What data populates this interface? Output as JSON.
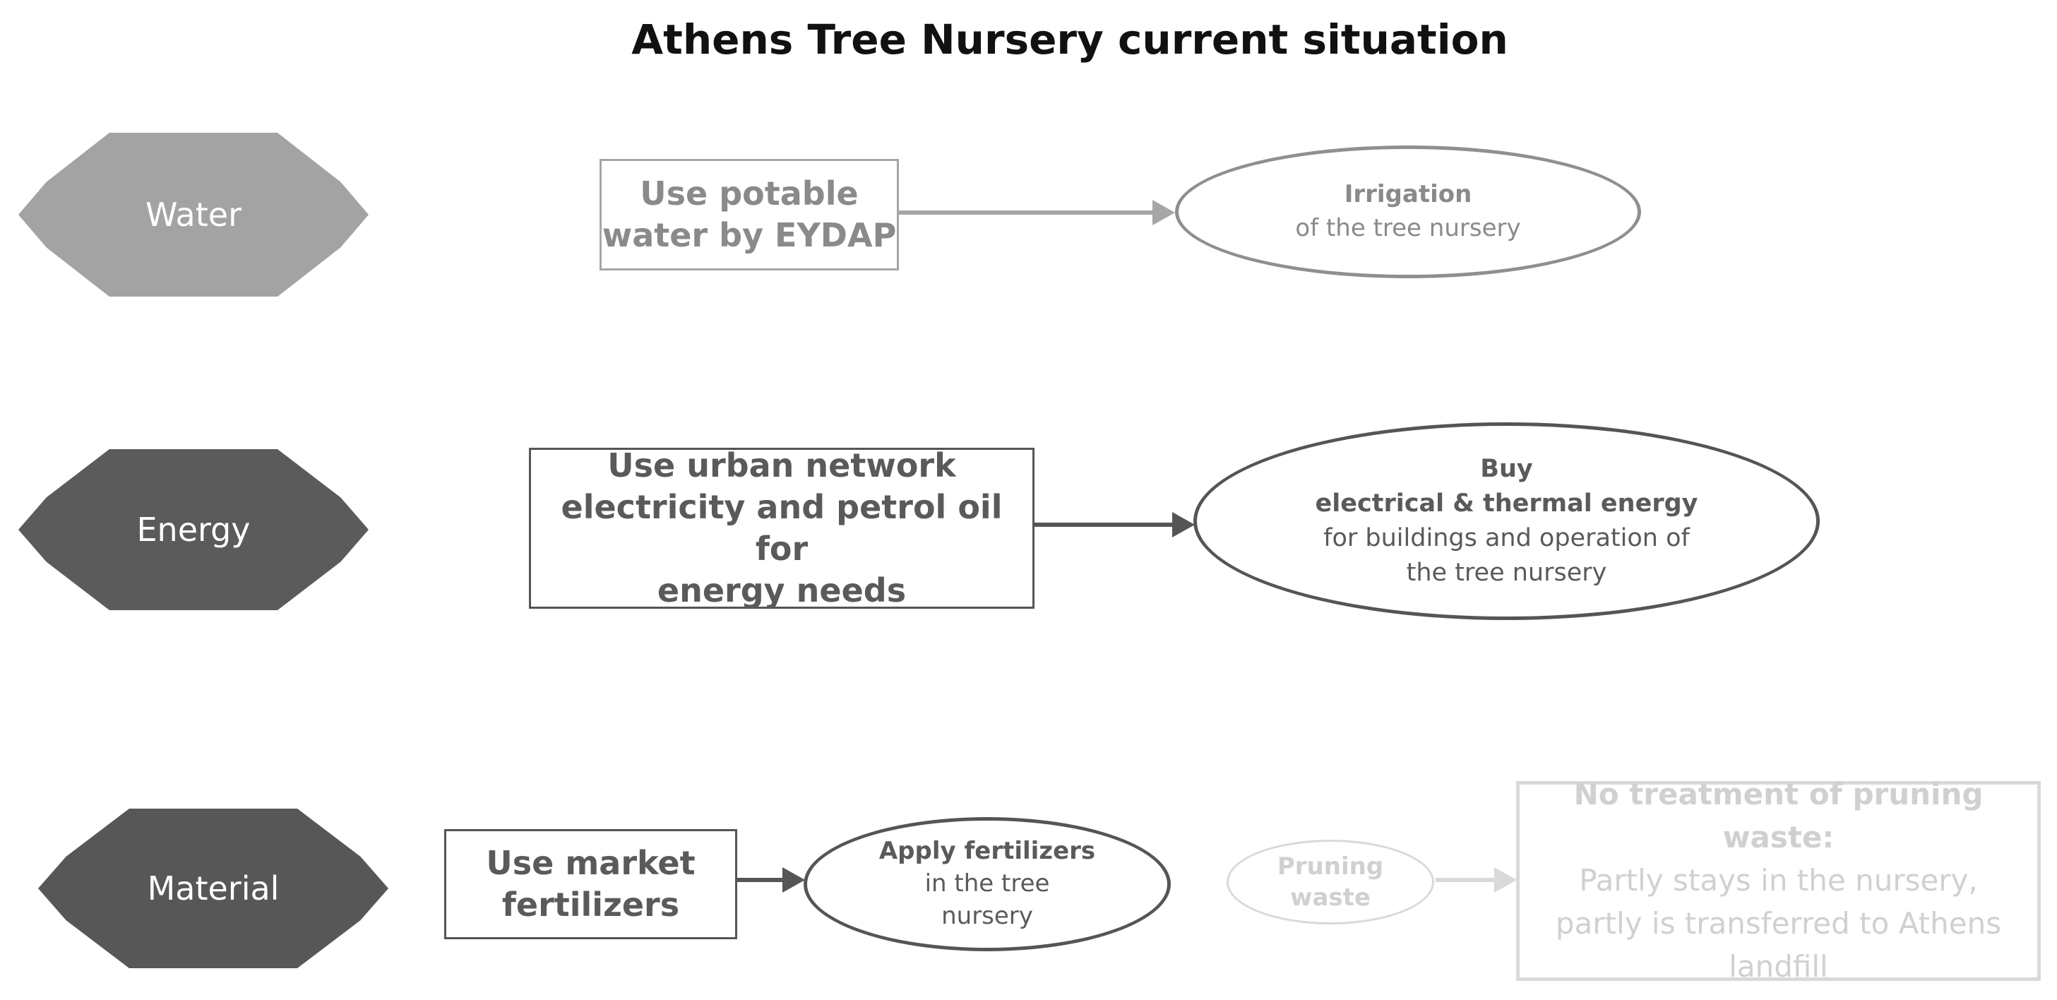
{
  "title": "Athens Tree Nursery current situation",
  "resources": {
    "water": "Water",
    "energy": "Energy",
    "material": "Material"
  },
  "water_row": {
    "source_line1": "Use potable",
    "source_line2": "water by EYDAP",
    "use_line1": "Irrigation",
    "use_line2": "of the tree nursery"
  },
  "energy_row": {
    "source_line1": "Use urban network",
    "source_line2": "electricity and petrol oil for",
    "source_line3": "energy needs",
    "use_line1": "Buy",
    "use_line2": "electrical & thermal energy",
    "use_line3": "for buildings and operation of",
    "use_line4": "the tree nursery"
  },
  "material_row": {
    "source_line1": "Use market",
    "source_line2": "fertilizers",
    "use_line1": "Apply fertilizers",
    "use_line2": "in the tree",
    "use_line3": "nursery",
    "waste_line1": "Pruning",
    "waste_line2": "waste",
    "treatment_line1": "No treatment of pruning waste:",
    "treatment_line2": "Partly stays in the nursery,",
    "treatment_line3": "partly is transferred to Athens",
    "treatment_line4": "landfill"
  },
  "colors": {
    "water_fill": "#a3a3a3",
    "energy_fill": "#5b5b5b",
    "material_fill": "#575757",
    "water_text": "#8a8a8a",
    "energy_text": "#5a5a5a",
    "faded_text": "#d0d0d0"
  }
}
